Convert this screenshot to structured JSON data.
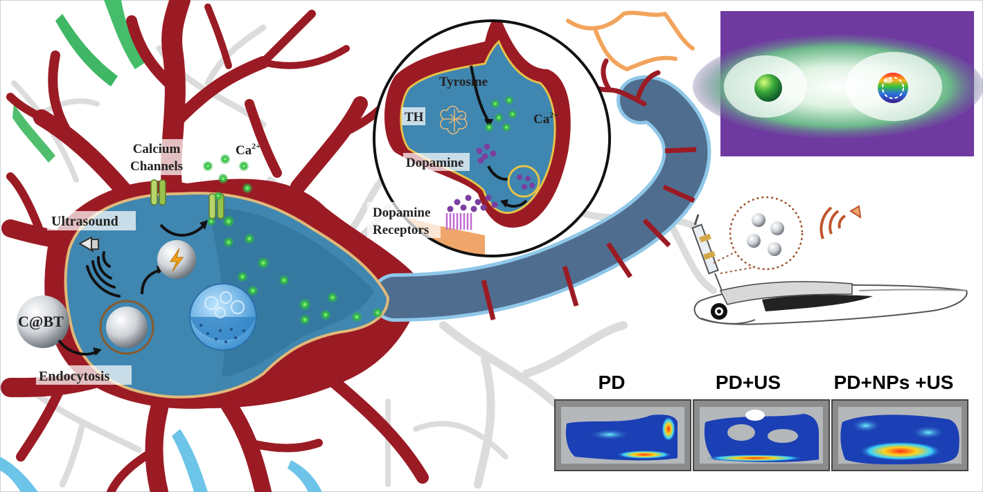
{
  "labels": {
    "calcium_channels_line1": "Calcium",
    "calcium_channels_line2": "Channels",
    "ca_outside": "Ca",
    "ca_outside_sup": "2+",
    "ultrasound": "Ultrasound",
    "cbt": "C@BT",
    "endocytosis": "Endocytosis",
    "tyrosine": "Tyrosine",
    "th": "TH",
    "ca_inset": "Ca",
    "ca_inset_sup": "2+",
    "dopamine": "Dopamine",
    "dopamine_receptors_line1": "Dopamine",
    "dopamine_receptors_line2": "Receptors"
  },
  "panels": [
    {
      "id": "pd",
      "label": "PD"
    },
    {
      "id": "pd-us",
      "label": "PD+US"
    },
    {
      "id": "pd-nps-us",
      "label": "PD+NPs +US"
    }
  ],
  "colors": {
    "neuron_red": "#9b1b24",
    "cell_blue": "#3f86b0",
    "axon_slate": "#4f6d8f",
    "myelin_edge": "#8fc7e8",
    "vesicle_purple": "#7b3fa0",
    "calcium_green": "#3cc24d",
    "receptor_orange": "#f0a66a",
    "inset_purple": "#6e3aa0",
    "heat_blue": "#1b3fb5"
  }
}
